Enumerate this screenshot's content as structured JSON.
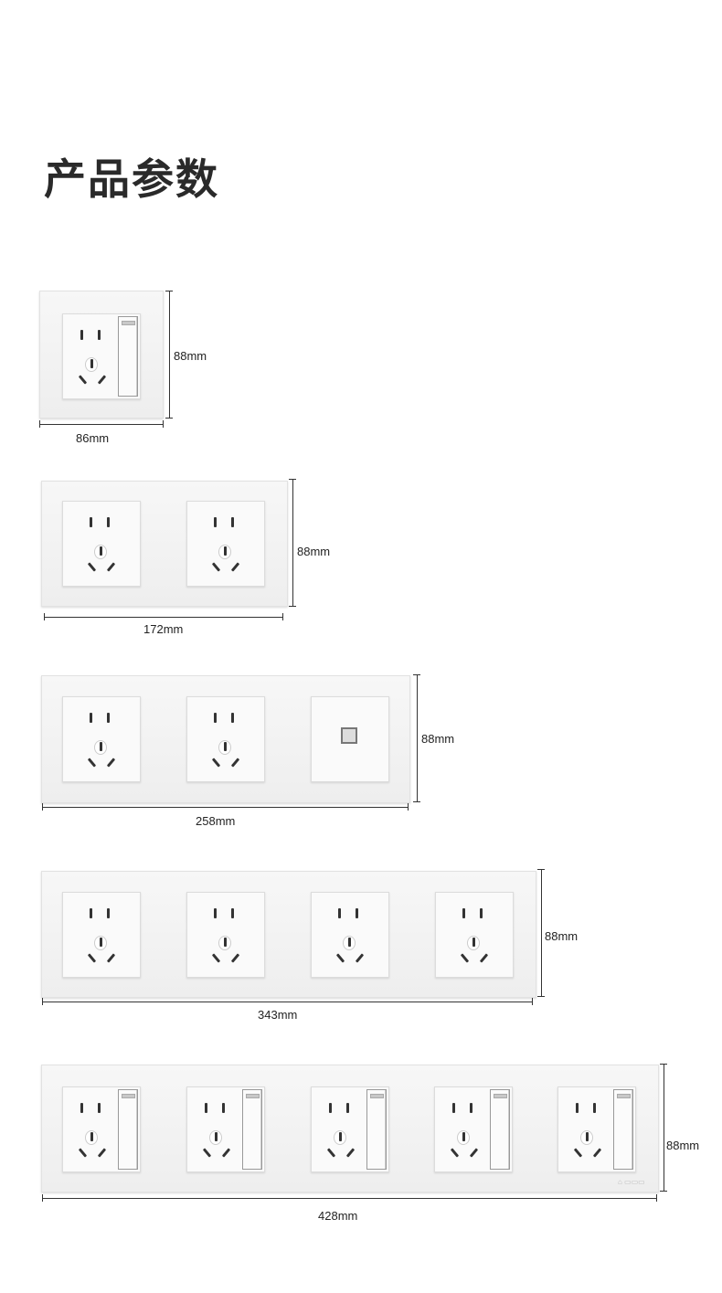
{
  "page": {
    "title": "产品参数"
  },
  "panels": [
    {
      "id": "single",
      "width_label": "86mm",
      "height_label": "88mm",
      "modules": [
        "socket-with-switch"
      ]
    },
    {
      "id": "double",
      "width_label": "172mm",
      "height_label": "88mm",
      "modules": [
        "socket",
        "socket"
      ]
    },
    {
      "id": "triple",
      "width_label": "258mm",
      "height_label": "88mm",
      "modules": [
        "socket",
        "socket",
        "network"
      ]
    },
    {
      "id": "quad",
      "width_label": "343mm",
      "height_label": "88mm",
      "modules": [
        "socket",
        "socket",
        "socket",
        "socket"
      ]
    },
    {
      "id": "quint",
      "width_label": "428mm",
      "height_label": "88mm",
      "modules": [
        "socket-with-switch",
        "socket-with-switch",
        "socket-with-switch",
        "socket-with-switch",
        "socket-with-switch"
      ]
    }
  ]
}
